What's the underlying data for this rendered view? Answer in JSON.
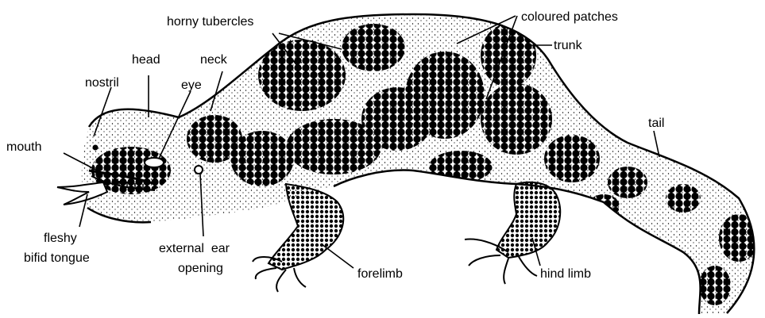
{
  "labels": {
    "horny_tubercles": "horny tubercles",
    "coloured_patches": "coloured patches",
    "trunk": "trunk",
    "head": "head",
    "neck": "neck",
    "nostril": "nostril",
    "eye": "eye",
    "mouth": "mouth",
    "tail": "tail",
    "fleshy_line1": "fleshy",
    "fleshy_line2": "bifid tongue",
    "ear_line1": "external  ear",
    "ear_line2": "opening",
    "forelimb": "forelimb",
    "hind_limb": "hind limb"
  },
  "colors": {
    "ink": "#000000",
    "paper": "#ffffff"
  }
}
